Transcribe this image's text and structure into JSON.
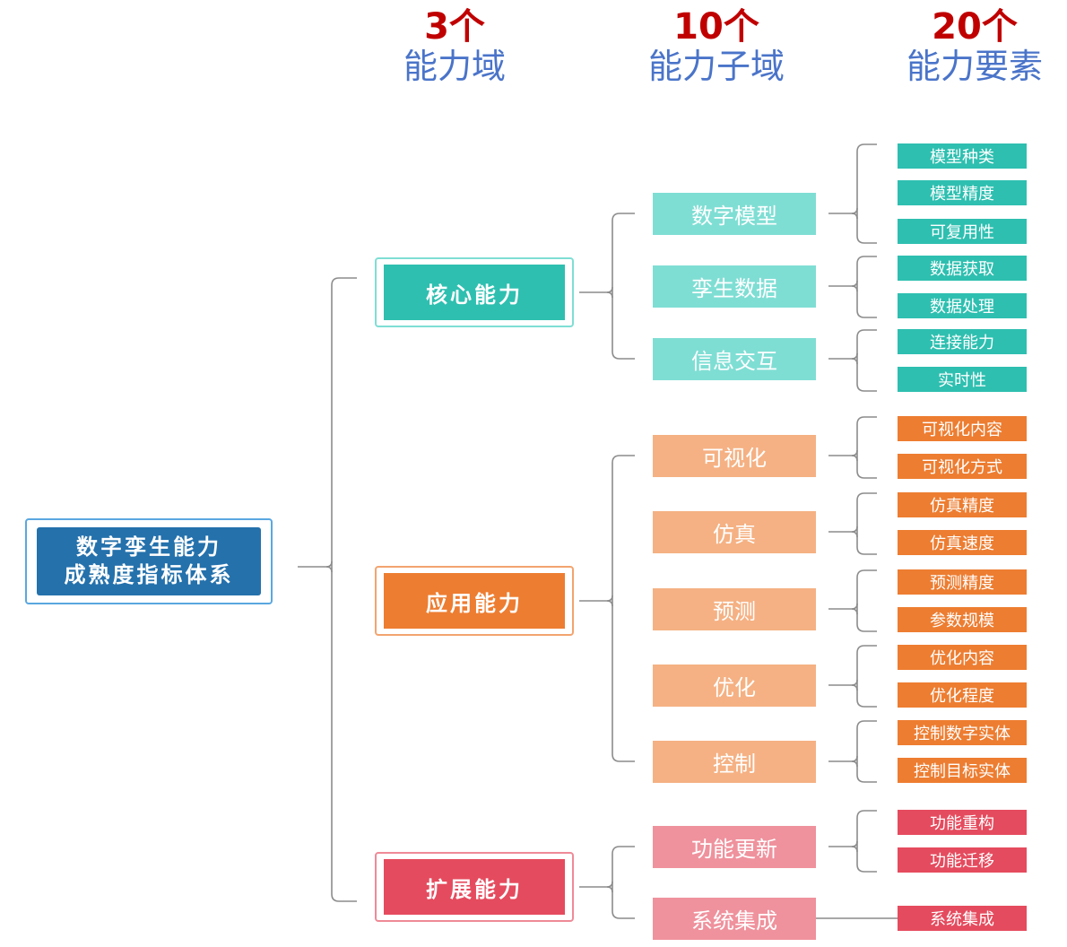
{
  "headers": [
    {
      "count": "3个",
      "label": "能力域"
    },
    {
      "count": "10个",
      "label": "能力子域"
    },
    {
      "count": "20个",
      "label": "能力要素"
    }
  ],
  "root": {
    "line1": "数字孪生能力",
    "line2": "成熟度指标体系"
  },
  "colors": {
    "line": "#8c8c8c",
    "core": {
      "domain": "#2ebfb0",
      "sub": "#7fded4",
      "elem": "#2ebfb0",
      "border": "#7fded4"
    },
    "app": {
      "domain": "#ed7d31",
      "sub": "#f5b183",
      "elem": "#ed7d31",
      "border": "#f3a46f"
    },
    "ext": {
      "domain": "#e54b5e",
      "sub": "#ef929d",
      "elem": "#e54b5e",
      "border": "#ef8a97"
    }
  },
  "domains": [
    {
      "name": "核心能力",
      "theme": "core",
      "subdomains": [
        {
          "name": "数字模型",
          "elements": [
            "模型种类",
            "模型精度",
            "可复用性"
          ]
        },
        {
          "name": "孪生数据",
          "elements": [
            "数据获取",
            "数据处理"
          ]
        },
        {
          "name": "信息交互",
          "elements": [
            "连接能力",
            "实时性"
          ]
        }
      ]
    },
    {
      "name": "应用能力",
      "theme": "app",
      "subdomains": [
        {
          "name": "可视化",
          "elements": [
            "可视化内容",
            "可视化方式"
          ]
        },
        {
          "name": "仿真",
          "elements": [
            "仿真精度",
            "仿真速度"
          ]
        },
        {
          "name": "预测",
          "elements": [
            "预测精度",
            "参数规模"
          ]
        },
        {
          "name": "优化",
          "elements": [
            "优化内容",
            "优化程度"
          ]
        },
        {
          "name": "控制",
          "elements": [
            "控制数字实体",
            "控制目标实体"
          ]
        }
      ]
    },
    {
      "name": "扩展能力",
      "theme": "ext",
      "subdomains": [
        {
          "name": "功能更新",
          "elements": [
            "功能重构",
            "功能迁移"
          ]
        },
        {
          "name": "系统集成",
          "elements": [
            "系统集成"
          ]
        }
      ]
    }
  ]
}
